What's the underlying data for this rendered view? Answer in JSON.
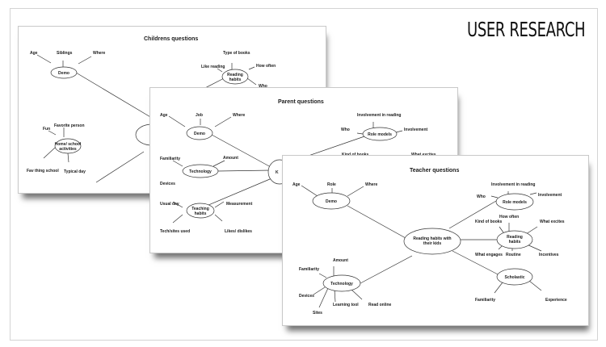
{
  "page_title": "USER RESEARCH",
  "sheets": {
    "children": {
      "title": "Childrens questions",
      "nodes": {
        "demo": "Demo",
        "reading_habits": [
          "Reading",
          "habits"
        ],
        "home_school": [
          "Home/ school",
          "activities"
        ]
      },
      "labels": {
        "age": "Age",
        "siblings": "Siblings",
        "where": "Where",
        "type_of_books": "Type of books",
        "like_reading": "Like reading",
        "how_often": "How often",
        "who": "Who",
        "favorite_person": "Favorite person",
        "fun": "Fun",
        "fav_thing_school": "Fav thing school",
        "typical_day": "Typical day"
      }
    },
    "parent": {
      "title": "Parent questions",
      "nodes": {
        "demo": "Demo",
        "technology": "Technology",
        "teaching_habits": [
          "Teaching",
          "habits"
        ],
        "role_models": "Role models",
        "center_partial": "K"
      },
      "labels": {
        "age": "Age",
        "job": "Job",
        "where": "Where",
        "familiarity": "Familiarity",
        "amount": "Amount",
        "devices": "Devices",
        "usual_day": "Usual day",
        "measurement": "Measurement",
        "tech_sites_used": "Tech/sites used",
        "likes_dislikes": "Likes/ dislikes",
        "involvement_in_reading": "Involvement in reading",
        "who": "Who",
        "involvement": "Involvement",
        "kind_of_books": "Kind of books",
        "what_excites": "What excites"
      }
    },
    "teacher": {
      "title": "Teacher questions",
      "nodes": {
        "center": [
          "Reading habits with",
          "their kids"
        ],
        "demo": "Demo",
        "role_models": "Role models",
        "reading_habits": [
          "Reading",
          "habits"
        ],
        "scholastic": "Scholastic",
        "technology": "Technology"
      },
      "labels": {
        "age": "Age",
        "role": "Role",
        "where": "Where",
        "involvement_in_reading": "Involvement in reading",
        "who": "Who",
        "involvement": "Involvement",
        "kind_of_books": "Kind of books",
        "how_often": "How often",
        "what_excites": "What excites",
        "what_engages": "What engages",
        "routine": "Routine",
        "incentives": "Incentives",
        "familiarity_scholastic": "Familiarity",
        "experience": "Experience",
        "amount": "Amount",
        "familiarity_tech": "Familiarity",
        "devices": "Devices",
        "sites": "Sites",
        "learning_tool": "Learning tool",
        "read_online": "Read online"
      }
    }
  }
}
